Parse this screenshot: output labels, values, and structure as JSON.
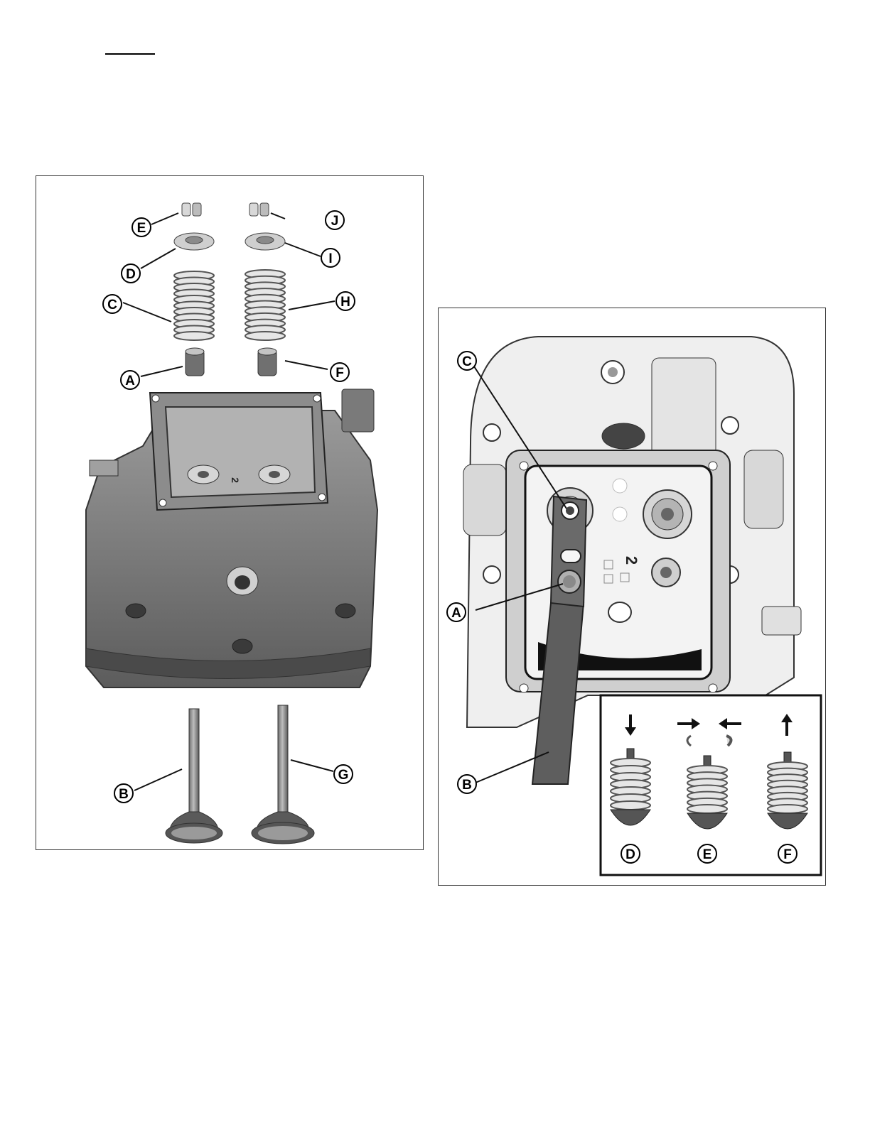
{
  "figure_left": {
    "callouts": {
      "A": "A",
      "B": "B",
      "C": "C",
      "D": "D",
      "E": "E",
      "F": "F",
      "G": "G",
      "H": "H",
      "I": "I",
      "J": "J"
    },
    "cylinder_number": "2"
  },
  "figure_right": {
    "callouts": {
      "A": "A",
      "B": "B",
      "C": "C"
    },
    "inset_steps": [
      "D",
      "E",
      "F"
    ],
    "cylinder_number": "2"
  }
}
